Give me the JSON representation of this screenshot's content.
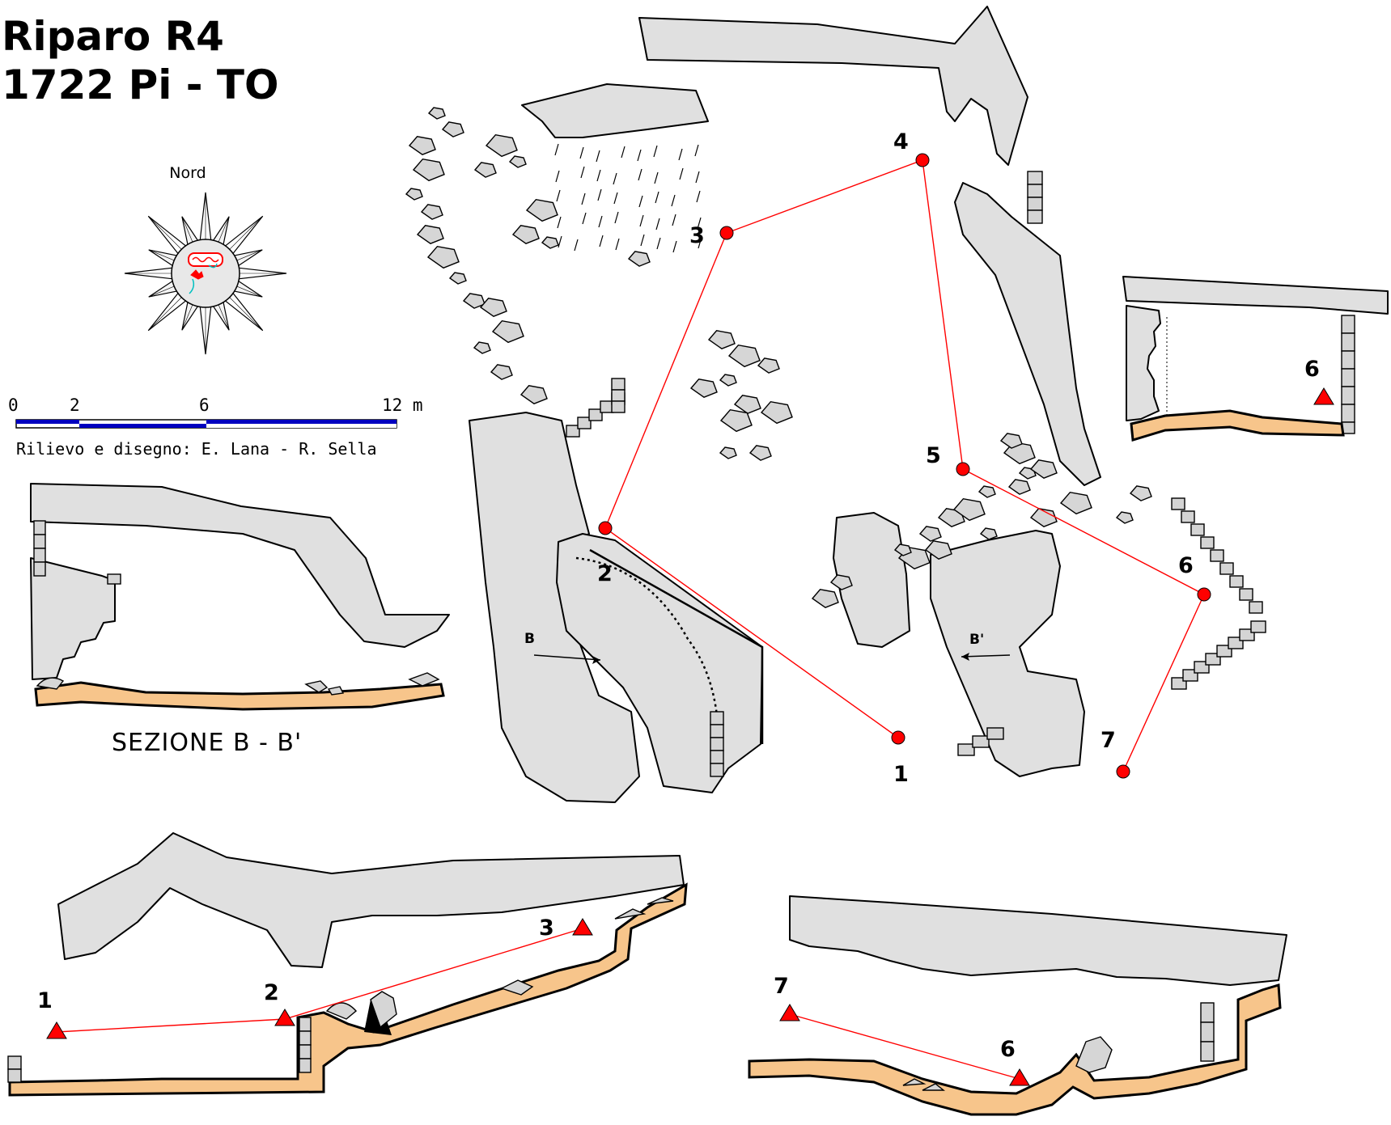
{
  "title": {
    "line1": "Riparo R4",
    "line2": "1722 Pi - TO"
  },
  "compass": {
    "north_label": "Nord",
    "icon": "compass-rose-icon",
    "badge_icon": "club-logo-icon"
  },
  "scale_bar": {
    "labels": [
      "0",
      "2",
      "6",
      "12 m"
    ],
    "colors": [
      "#0000c0",
      "#ffffff",
      "#0000c0"
    ]
  },
  "credits": "Rilievo e disegno: E. Lana - R. Sella",
  "section_bb": {
    "title": "SEZIONE B - B'"
  },
  "plan": {
    "stations": [
      "1",
      "2",
      "3",
      "4",
      "5",
      "6",
      "7"
    ],
    "arrow_b": "B",
    "arrow_b_prime": "B'",
    "survey_color": "#ff0000"
  },
  "inset_section": {
    "station": "6"
  },
  "profile_1_3": {
    "stations": [
      "1",
      "2",
      "3"
    ]
  },
  "profile_7_6": {
    "stations": [
      "7",
      "6"
    ]
  },
  "colors": {
    "rock": "#e0e0e0",
    "floor": "#f7c58b",
    "station": "#ff0000"
  }
}
